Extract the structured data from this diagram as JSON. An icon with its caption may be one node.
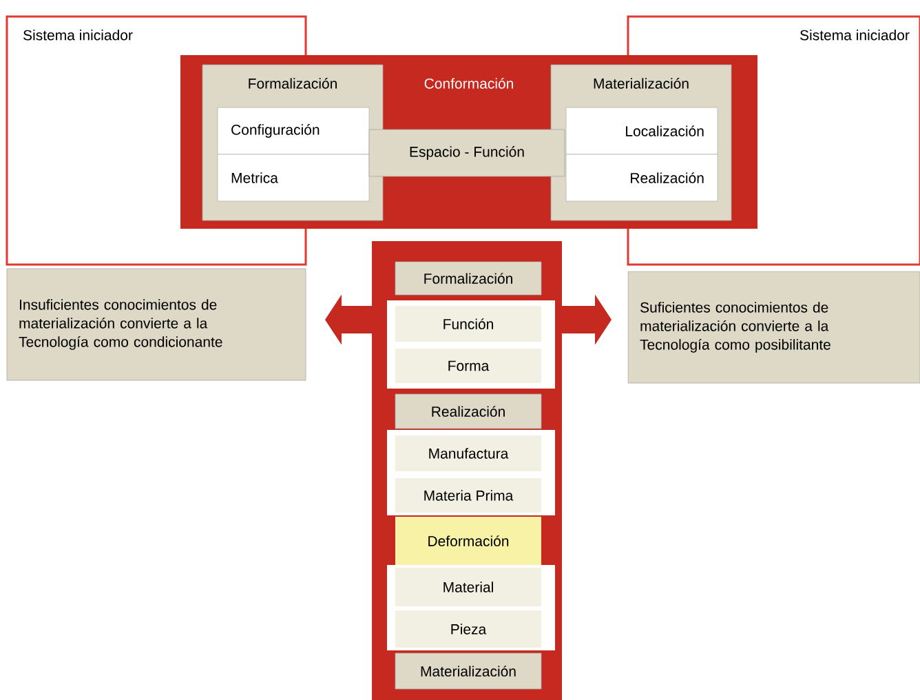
{
  "diagram": {
    "nodes": [
      {
        "text": [
          "Sistema iniciador"
        ]
      },
      {
        "text": [
          "Sistema iniciador"
        ]
      },
      {
        "text": [
          "Conformación"
        ]
      },
      {
        "text": [
          "Formalización"
        ],
        "in": 2
      },
      {
        "text": [
          "Configuración"
        ],
        "in": 3
      },
      {
        "text": [
          "Metrica"
        ],
        "in": 3
      },
      {
        "text": [
          "Espacio - Función"
        ],
        "in": 2
      },
      {
        "text": [
          "Materialización"
        ],
        "in": 2
      },
      {
        "text": [
          "Localización"
        ],
        "in": 7
      },
      {
        "text": [
          "Realización"
        ],
        "in": 7
      },
      {
        "text": [
          "Insuficientes conocimientos de materialización convierte a la Tecnología como condicionante"
        ]
      },
      {
        "text": [
          "Suficientes conocimientos de materialización convierte a la Tecnología como posibilitante"
        ]
      },
      {
        "text": [],
        "shape": "box"
      },
      {
        "text": [
          "Formalización"
        ],
        "in": 12
      },
      {
        "text": [
          "Función"
        ],
        "in": 12
      },
      {
        "text": [
          "Forma"
        ],
        "in": 12
      },
      {
        "text": [
          "Realización"
        ],
        "in": 12
      },
      {
        "text": [
          "Manufactura"
        ],
        "in": 12
      },
      {
        "text": [
          "Materia Prima"
        ],
        "in": 12
      },
      {
        "text": [
          "Deformación"
        ],
        "in": 12
      },
      {
        "text": [
          "Material"
        ],
        "in": 12
      },
      {
        "text": [
          "Pieza"
        ],
        "in": 12
      },
      {
        "text": [
          "Materialización"
        ],
        "in": 12
      }
    ],
    "edges": [
      {
        "from": 12,
        "to": 10,
        "arrow": "to"
      },
      {
        "from": 12,
        "to": 11,
        "arrow": "to"
      }
    ]
  }
}
